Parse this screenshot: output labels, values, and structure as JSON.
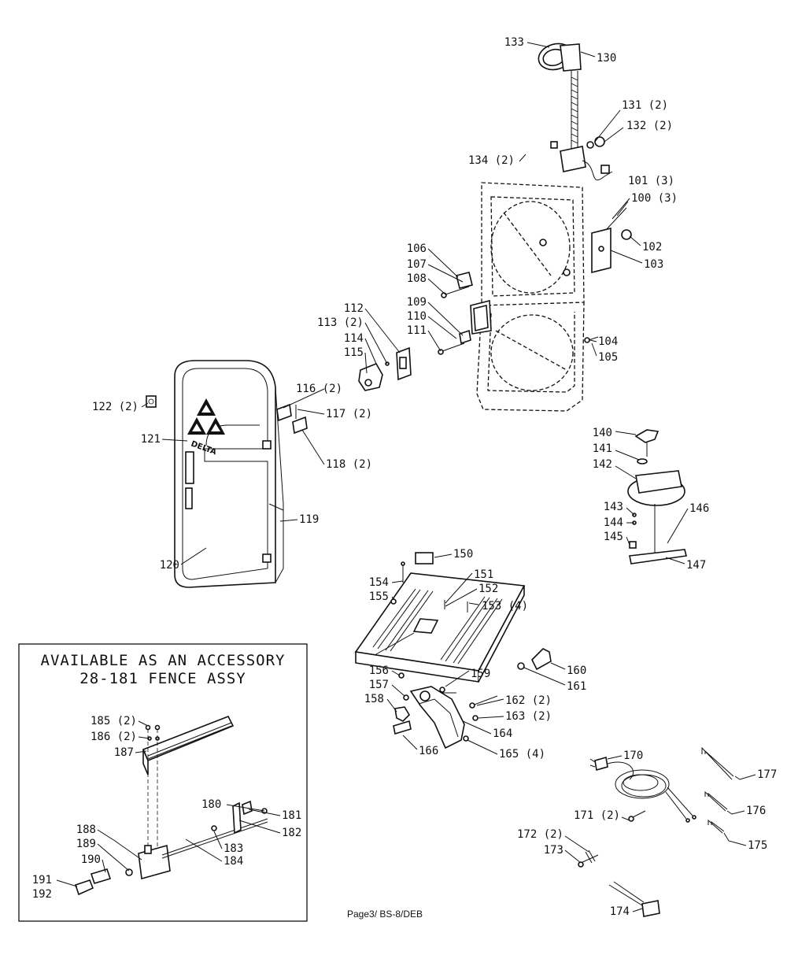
{
  "footer": {
    "page_ref": "Page3/ BS-8/DEB"
  },
  "accessory_box": {
    "title_line1": "AVAILABLE AS AN ACCESSORY",
    "title_line2": "28-181 FENCE ASSY"
  },
  "logo": {
    "brand": "DELTA"
  },
  "callouts": {
    "c100": "100 (3)",
    "c101": "101 (3)",
    "c102": "102",
    "c103": "103",
    "c104": "104",
    "c105": "105",
    "c106": "106",
    "c107": "107",
    "c108": "108",
    "c109": "109",
    "c110": "110",
    "c111": "111",
    "c112": "112",
    "c113": "113 (2)",
    "c114": "114",
    "c115": "115",
    "c116": "116 (2)",
    "c117": "117 (2)",
    "c118": "118 (2)",
    "c119": "119",
    "c120": "120",
    "c121": "121",
    "c122": "122 (2)",
    "c130": "130",
    "c131": "131 (2)",
    "c132": "132 (2)",
    "c133": "133",
    "c134": "134 (2)",
    "c140": "140",
    "c141": "141",
    "c142": "142",
    "c143": "143",
    "c144": "144",
    "c145": "145",
    "c146": "146",
    "c147": "147",
    "c150": "150",
    "c151": "151",
    "c152": "152",
    "c153": "153 (4)",
    "c154": "154",
    "c155": "155",
    "c156": "156",
    "c157": "157",
    "c158": "158",
    "c159": "159",
    "c160": "160",
    "c161": "161",
    "c162": "162 (2)",
    "c163": "163 (2)",
    "c164": "164",
    "c165": "165 (4)",
    "c166": "166",
    "c170": "170",
    "c171": "171 (2)",
    "c172": "172 (2)",
    "c173": "173",
    "c174": "174",
    "c175": "175",
    "c176": "176",
    "c177": "177",
    "c180": "180",
    "c181": "181",
    "c182": "182",
    "c183": "183",
    "c184": "184",
    "c185": "185 (2)",
    "c186": "186 (2)",
    "c187": "187",
    "c188": "188",
    "c189": "189",
    "c190": "190",
    "c191": "191",
    "c192": "192"
  }
}
